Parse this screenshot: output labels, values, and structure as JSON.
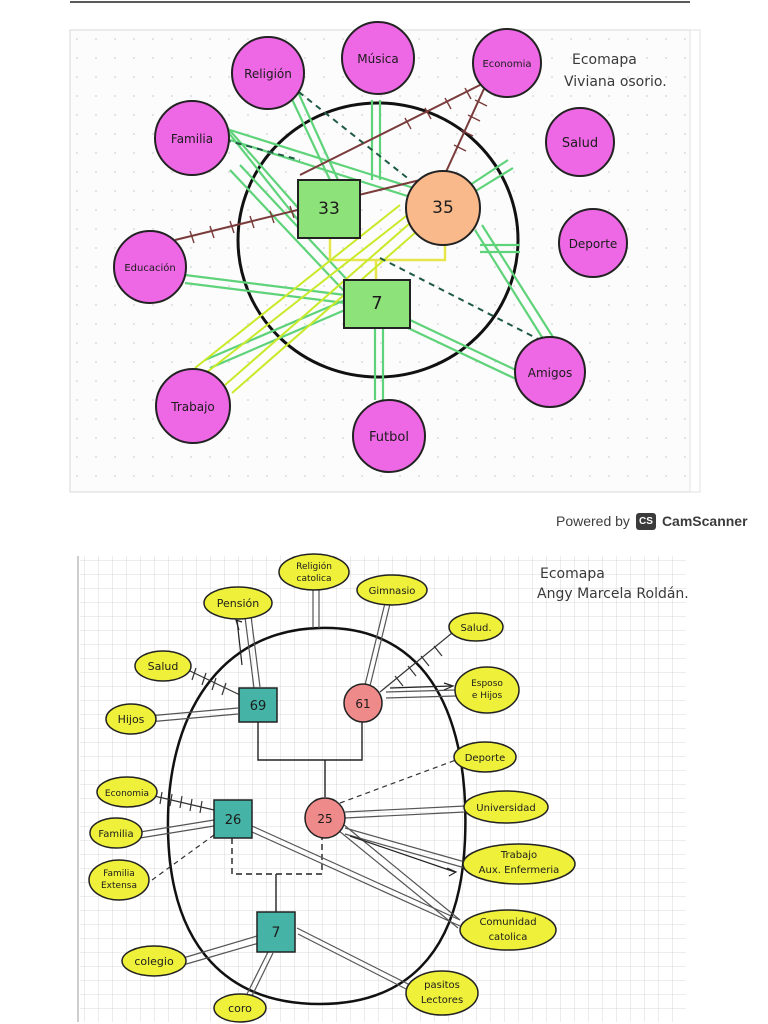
{
  "top": {
    "title_line1": "Ecomapa",
    "title_line2": "Viviana osorio.",
    "family": {
      "a": "33",
      "b": "35",
      "c": "7"
    },
    "nodes": [
      {
        "key": "religion",
        "label": "Religión"
      },
      {
        "key": "musica",
        "label": "Música"
      },
      {
        "key": "economia",
        "label": "Economia"
      },
      {
        "key": "familia",
        "label": "Familia"
      },
      {
        "key": "salud",
        "label": "Salud"
      },
      {
        "key": "educacion",
        "label": "Educación"
      },
      {
        "key": "deporte",
        "label": "Deporte"
      },
      {
        "key": "trabajo",
        "label": "Trabajo"
      },
      {
        "key": "amigos",
        "label": "Amigos"
      },
      {
        "key": "futbol",
        "label": "Futbol"
      }
    ],
    "colors": {
      "node": "#ee68e6",
      "green_box": "#8ee27a",
      "orange": "#f9b98a",
      "link": "#5fd37a",
      "stress": "#7a3b3b",
      "yellow": "#d8ef3a"
    }
  },
  "watermark": {
    "powered": "Powered by",
    "cs": "CS",
    "brand": "CamScanner"
  },
  "bottom": {
    "title_line1": "Ecomapa",
    "title_line2": "Angy Marcela Roldán.",
    "family": {
      "a": "69",
      "b": "61",
      "c": "26",
      "d": "25",
      "e": "7"
    },
    "nodes": [
      {
        "key": "religion",
        "line1": "Religión",
        "line2": "catolica"
      },
      {
        "key": "pension",
        "line1": "Pensión",
        "line2": ""
      },
      {
        "key": "gimnasio",
        "line1": "Gimnasio",
        "line2": ""
      },
      {
        "key": "salud_r",
        "line1": "Salud.",
        "line2": ""
      },
      {
        "key": "salud_l",
        "line1": "Salud",
        "line2": ""
      },
      {
        "key": "esposo",
        "line1": "Esposo",
        "line2": "e Hijos"
      },
      {
        "key": "hijos",
        "line1": "Hijos",
        "line2": ""
      },
      {
        "key": "deporte",
        "line1": "Deporte",
        "line2": ""
      },
      {
        "key": "economia",
        "line1": "Economia",
        "line2": ""
      },
      {
        "key": "universidad",
        "line1": "Universidad",
        "line2": ""
      },
      {
        "key": "familia",
        "line1": "Familia",
        "line2": ""
      },
      {
        "key": "trabajo",
        "line1": "Trabajo",
        "line2": "Aux. Enfermeria"
      },
      {
        "key": "familia_ext",
        "line1": "Familia",
        "line2": "Extensa"
      },
      {
        "key": "comunidad",
        "line1": "Comunidad",
        "line2": "catolica"
      },
      {
        "key": "colegio",
        "line1": "colegio",
        "line2": ""
      },
      {
        "key": "pasitos",
        "line1": "pasitos",
        "line2": "Lectores"
      },
      {
        "key": "coro",
        "line1": "coro",
        "line2": ""
      }
    ],
    "colors": {
      "node": "#eef03a",
      "teal": "#45b3a5",
      "pink": "#ef8a8a",
      "grid": "#c9c9c9"
    }
  }
}
